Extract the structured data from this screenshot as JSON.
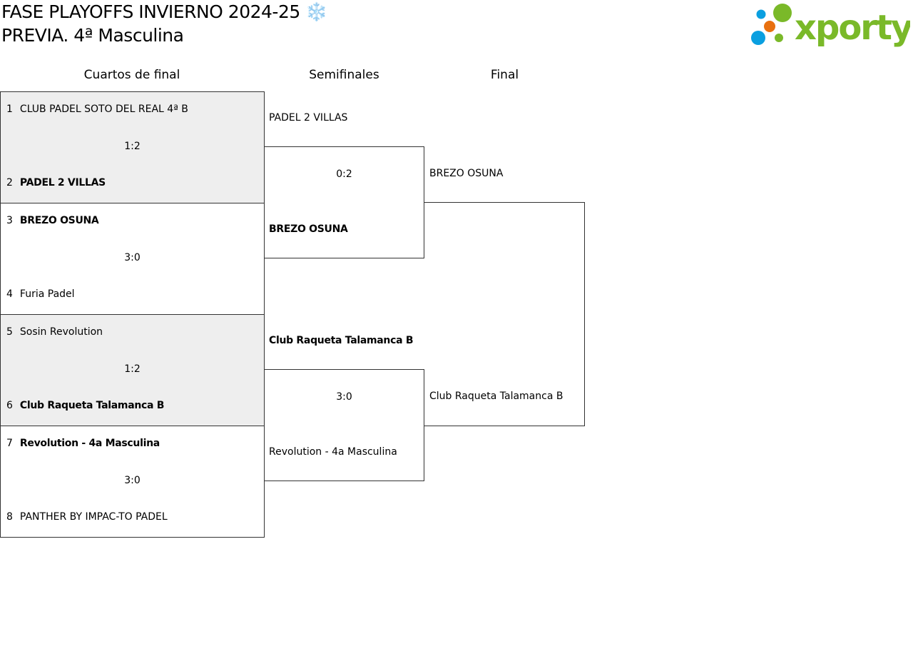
{
  "title": {
    "line1": "FASE PLAYOFFS INVIERNO 2024-25 ❄️",
    "line2": "PREVIA. 4ª Masculina"
  },
  "logo": {
    "text": "xporty",
    "colors": {
      "green": "#7ab929",
      "blue": "#0a9fe0",
      "orange": "#e8700f"
    }
  },
  "rounds": [
    "Cuartos de final",
    "Semifinales",
    "Final"
  ],
  "quarters": [
    {
      "top": {
        "seed": "1",
        "name": "CLUB PADEL SOTO DEL REAL 4ª B",
        "winner": false
      },
      "score": "1:2",
      "bottom": {
        "seed": "2",
        "name": "PADEL 2 VILLAS",
        "winner": true
      }
    },
    {
      "top": {
        "seed": "3",
        "name": "BREZO OSUNA",
        "winner": true
      },
      "score": "3:0",
      "bottom": {
        "seed": "4",
        "name": "Furia Padel",
        "winner": false
      }
    },
    {
      "top": {
        "seed": "5",
        "name": "Sosin Revolution",
        "winner": false
      },
      "score": "1:2",
      "bottom": {
        "seed": "6",
        "name": "Club Raqueta Talamanca B",
        "winner": true
      }
    },
    {
      "top": {
        "seed": "7",
        "name": "Revolution - 4a Masculina",
        "winner": true
      },
      "score": "3:0",
      "bottom": {
        "seed": "8",
        "name": "PANTHER BY IMPAC-TO PADEL",
        "winner": false
      }
    }
  ],
  "semis": [
    {
      "top": "PADEL 2 VILLAS",
      "score": "0:2",
      "bottom": "BREZO OSUNA"
    },
    {
      "top": "Club Raqueta Talamanca B",
      "score": "3:0",
      "bottom": "Revolution - 4a Masculina"
    }
  ],
  "final": {
    "top": "BREZO OSUNA",
    "bottom": "Club Raqueta Talamanca B"
  }
}
